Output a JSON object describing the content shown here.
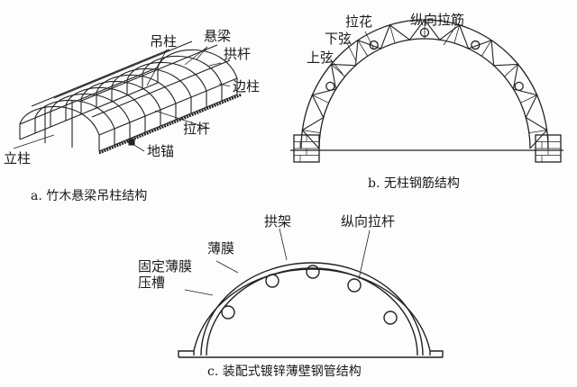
{
  "figure_a": {
    "caption": "a. 竹木悬梁吊柱结构",
    "labels": {
      "hanging_post": "吊柱",
      "suspended_beam": "悬梁",
      "arch_pole": "拱杆",
      "side_post": "边柱",
      "tie_rod": "拉杆",
      "ground_anchor": "地锚",
      "upright_post": "立柱"
    }
  },
  "figure_b": {
    "caption": "b. 无柱钢筋结构",
    "labels": {
      "lacing": "拉花",
      "longitudinal_tie": "纵向拉筋",
      "lower_chord": "下弦",
      "upper_chord": "上弦"
    }
  },
  "figure_c": {
    "caption": "c. 装配式镀锌薄壁钢管结构",
    "labels": {
      "arch_frame": "拱架",
      "longitudinal_rod": "纵向拉杆",
      "film": "薄膜",
      "film_groove_1": "固定薄膜",
      "film_groove_2": "压槽"
    }
  }
}
